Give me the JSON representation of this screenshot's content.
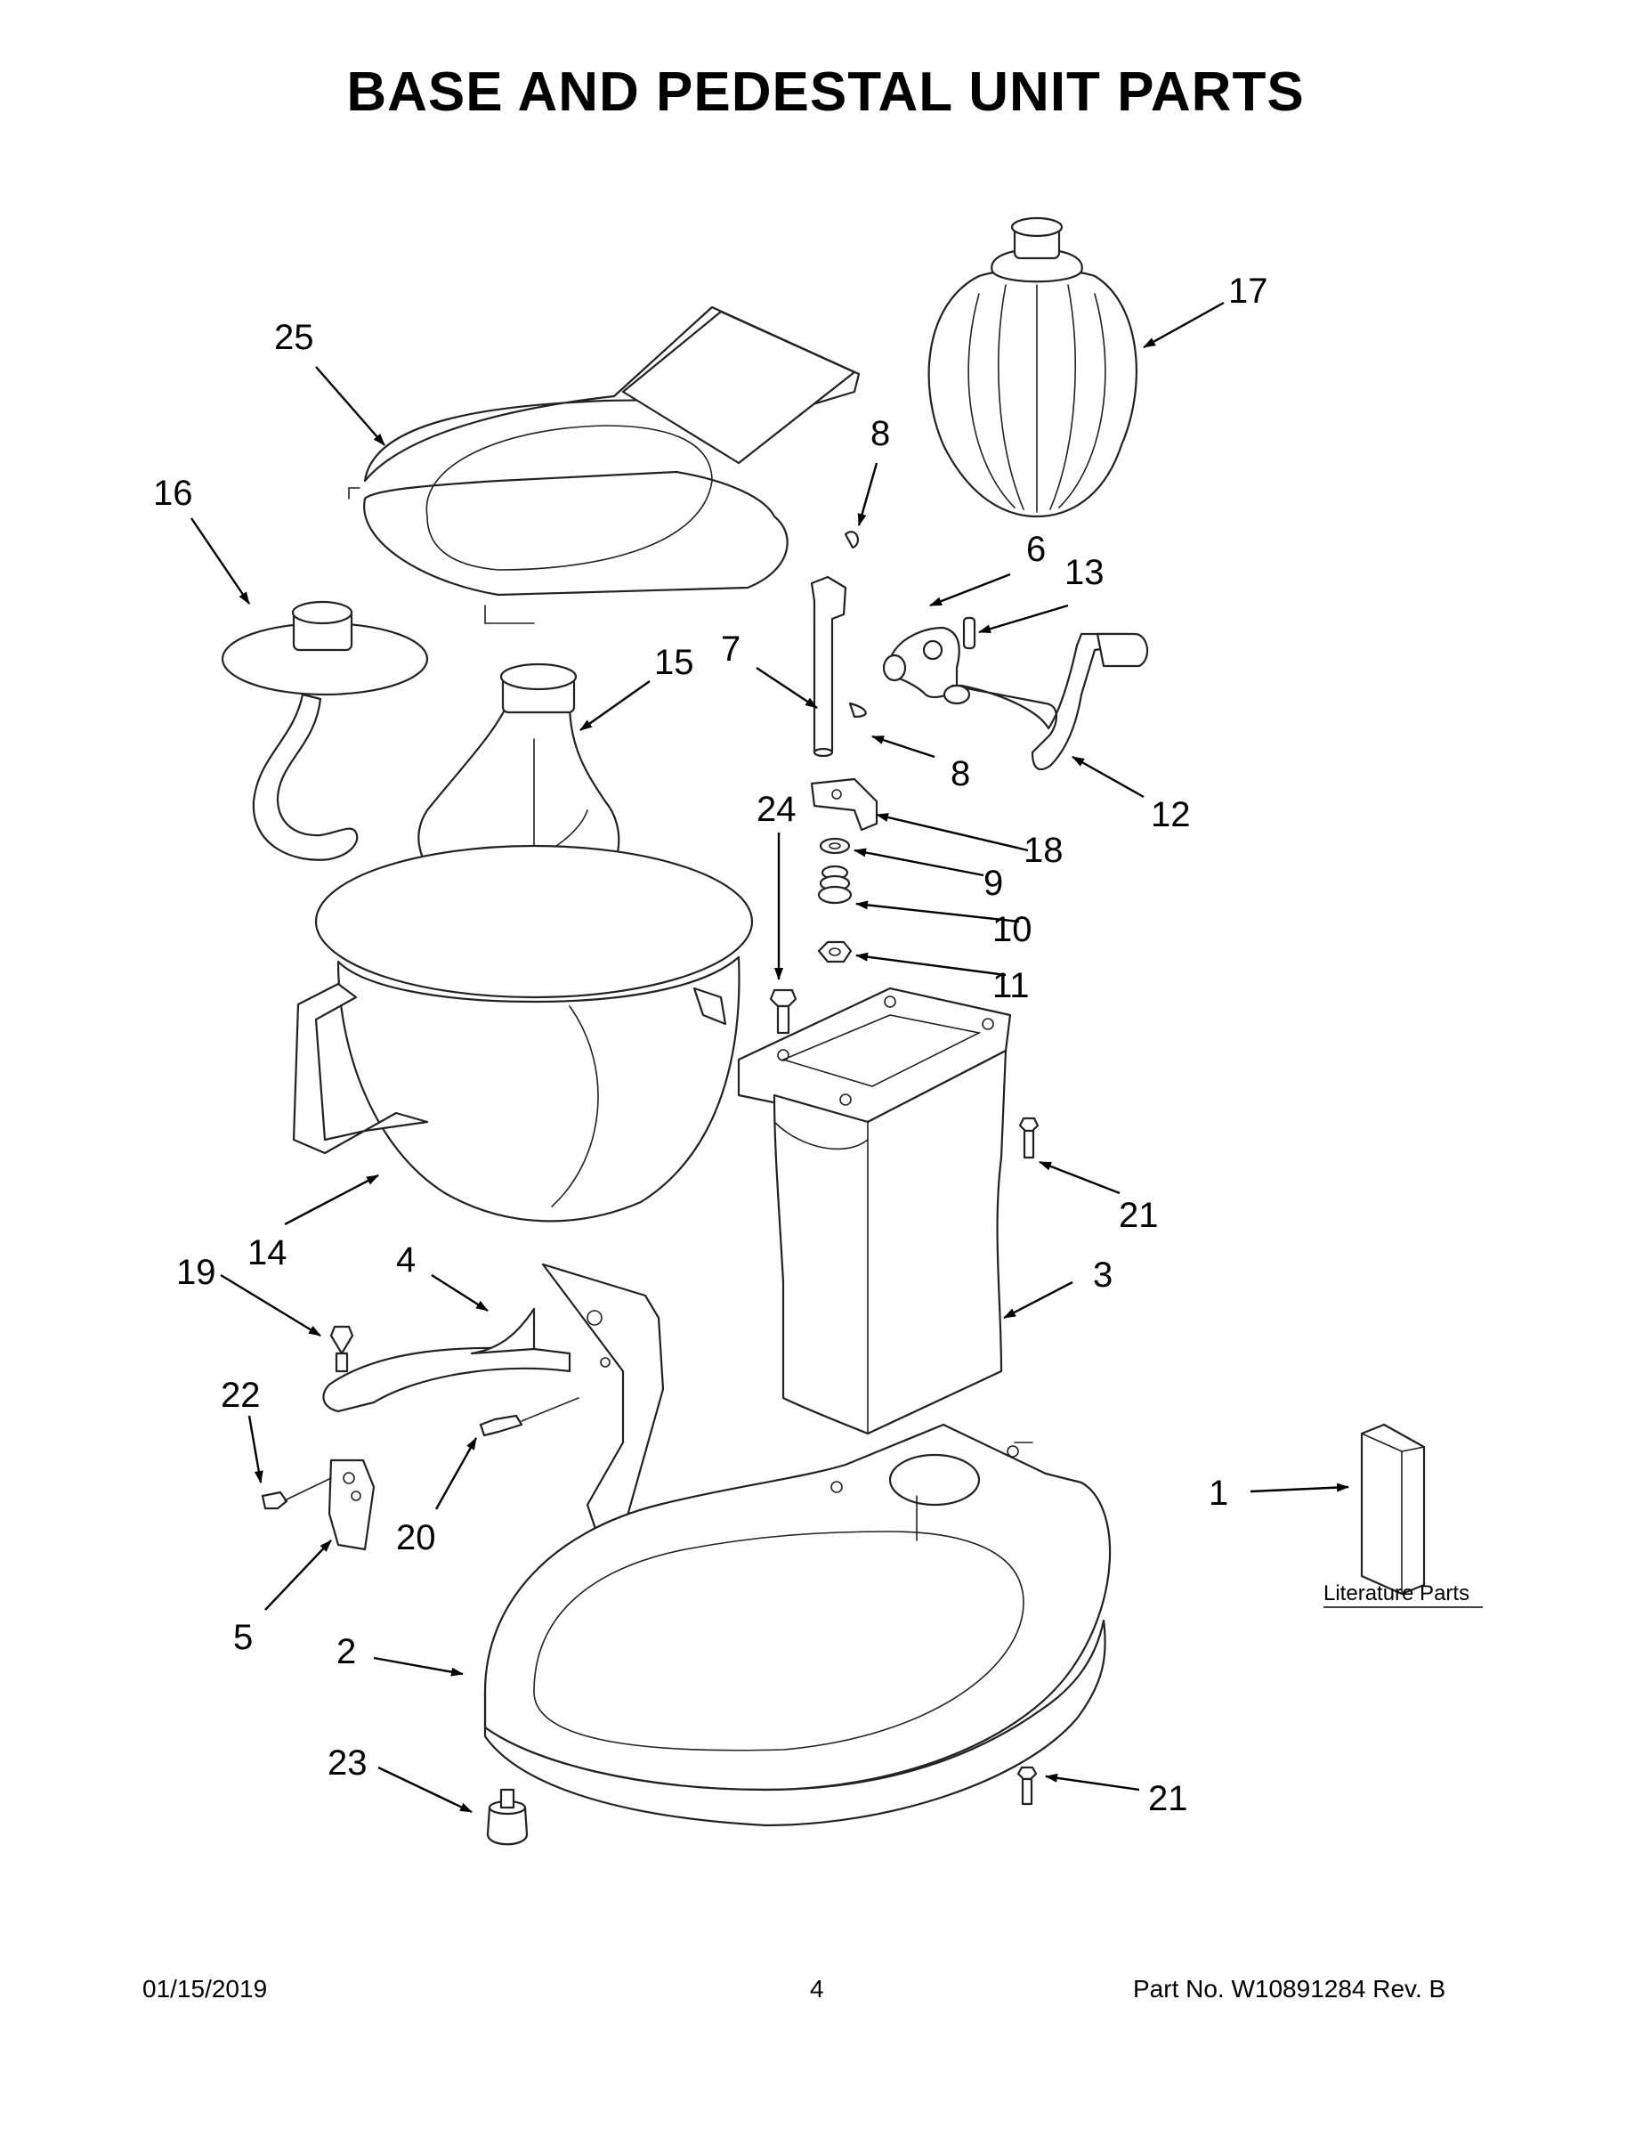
{
  "title": "BASE AND PEDESTAL UNIT PARTS",
  "callouts": {
    "c1": "1",
    "c2": "2",
    "c3": "3",
    "c4": "4",
    "c5": "5",
    "c6": "6",
    "c7": "7",
    "c8a": "8",
    "c8b": "8",
    "c9": "9",
    "c10": "10",
    "c11": "11",
    "c12": "12",
    "c13": "13",
    "c14": "14",
    "c15": "15",
    "c16": "16",
    "c17": "17",
    "c18": "18",
    "c19": "19",
    "c20": "20",
    "c21a": "21",
    "c21b": "21",
    "c22": "22",
    "c23": "23",
    "c24": "24",
    "c25": "25"
  },
  "literature_label": "Literature Parts",
  "footer": {
    "date": "01/15/2019",
    "page": "4",
    "part_no": "Part No.  W10891284  Rev.  B"
  }
}
